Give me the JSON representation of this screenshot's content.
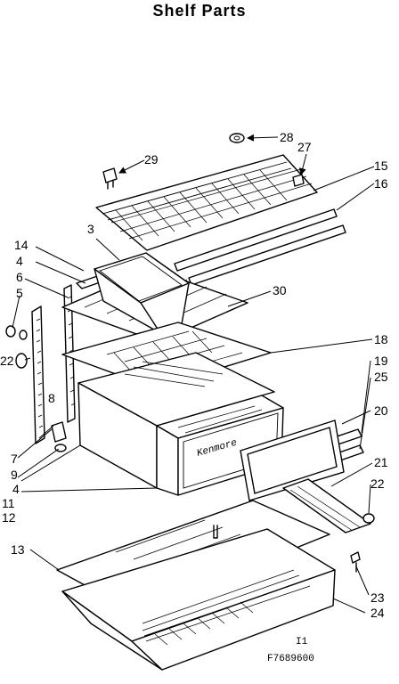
{
  "title": "Shelf Parts",
  "callouts": [
    "3",
    "4",
    "4",
    "5",
    "6",
    "7",
    "8",
    "9",
    "11",
    "12",
    "13",
    "14",
    "15",
    "16",
    "18",
    "19",
    "20",
    "21",
    "22",
    "22",
    "23",
    "24",
    "25",
    "27",
    "28",
    "29",
    "30"
  ],
  "name_plate": "Kenmore",
  "reference": {
    "line1": "I1",
    "line2": "F7689600"
  }
}
